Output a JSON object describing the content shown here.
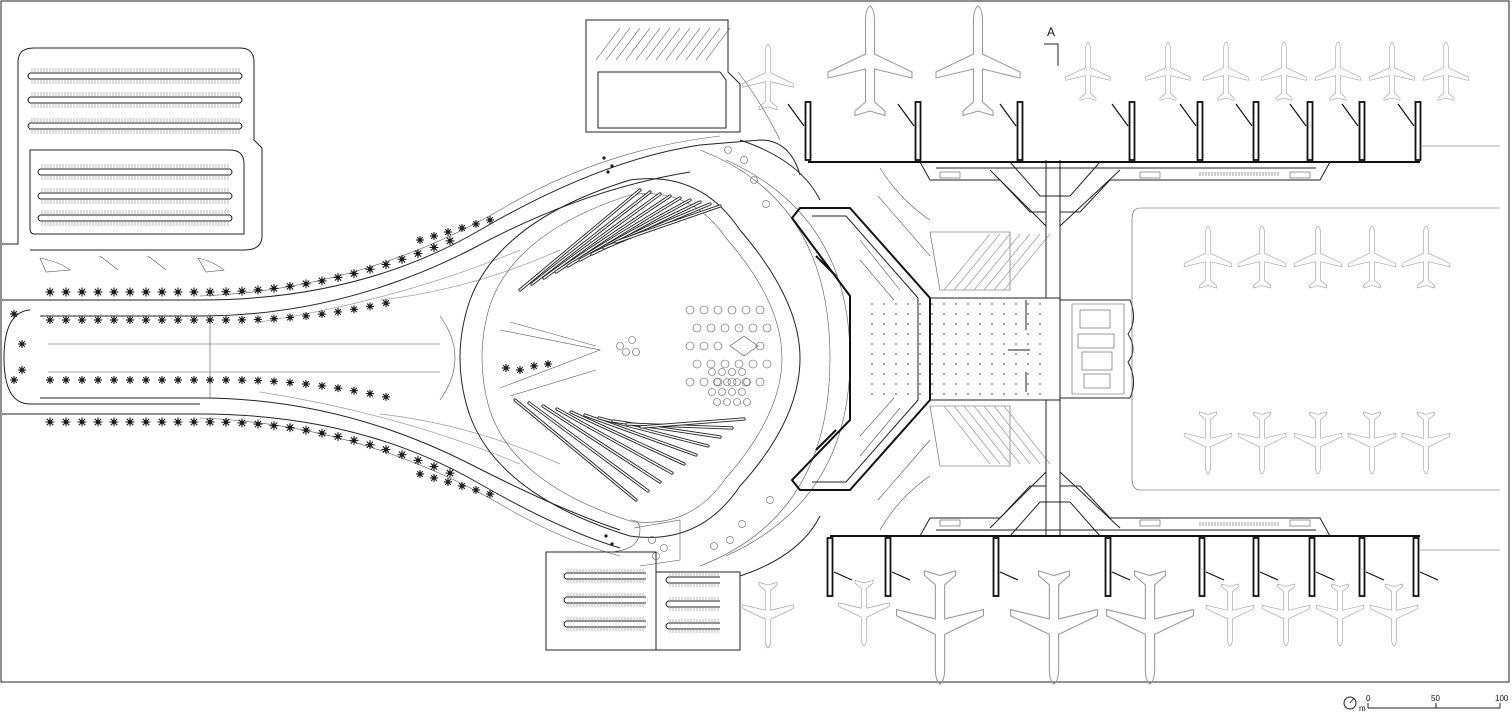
{
  "section_marker": {
    "label": "A"
  },
  "scale_bar": {
    "unit": "m",
    "ticks": [
      "0",
      "50",
      "100"
    ],
    "icon": "north-arrow-icon"
  },
  "colors": {
    "ink": "#111111",
    "light": "#9a9a9a",
    "paper": "#ffffff"
  }
}
